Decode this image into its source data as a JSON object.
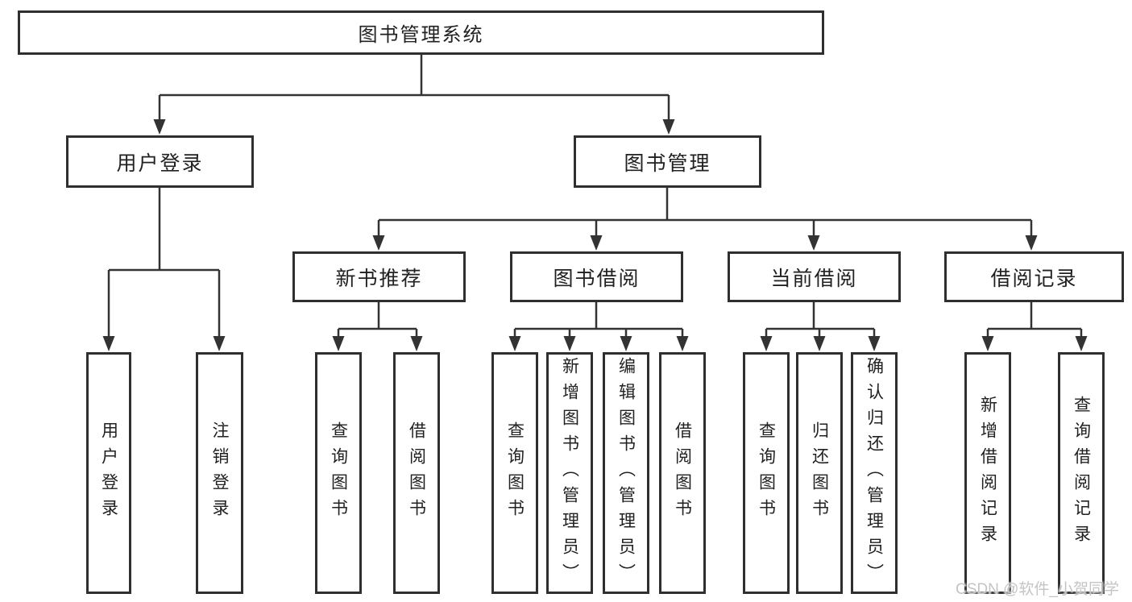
{
  "colors": {
    "line": "#333333",
    "box_border": "#2f2f2f",
    "text": "#212121",
    "watermark": "#c4c4c4",
    "background": "#ffffff"
  },
  "watermark": "CSDN @软件_小贺同学",
  "tree": {
    "label": "图书管理系统",
    "children": [
      {
        "label": "用户登录",
        "children": [
          {
            "label": "用户登录"
          },
          {
            "label": "注销登录"
          }
        ]
      },
      {
        "label": "图书管理",
        "children": [
          {
            "label": "新书推荐",
            "children": [
              {
                "label": "查询图书"
              },
              {
                "label": "借阅图书"
              }
            ]
          },
          {
            "label": "图书借阅",
            "children": [
              {
                "label": "查询图书"
              },
              {
                "label": "新增图书（管理员）"
              },
              {
                "label": "编辑图书（管理员）"
              },
              {
                "label": "借阅图书"
              }
            ]
          },
          {
            "label": "当前借阅",
            "children": [
              {
                "label": "查询图书"
              },
              {
                "label": "归还图书"
              },
              {
                "label": "确认归还（管理员）"
              }
            ]
          },
          {
            "label": "借阅记录",
            "children": [
              {
                "label": "新增借阅记录"
              },
              {
                "label": "查询借阅记录"
              }
            ]
          }
        ]
      }
    ]
  }
}
